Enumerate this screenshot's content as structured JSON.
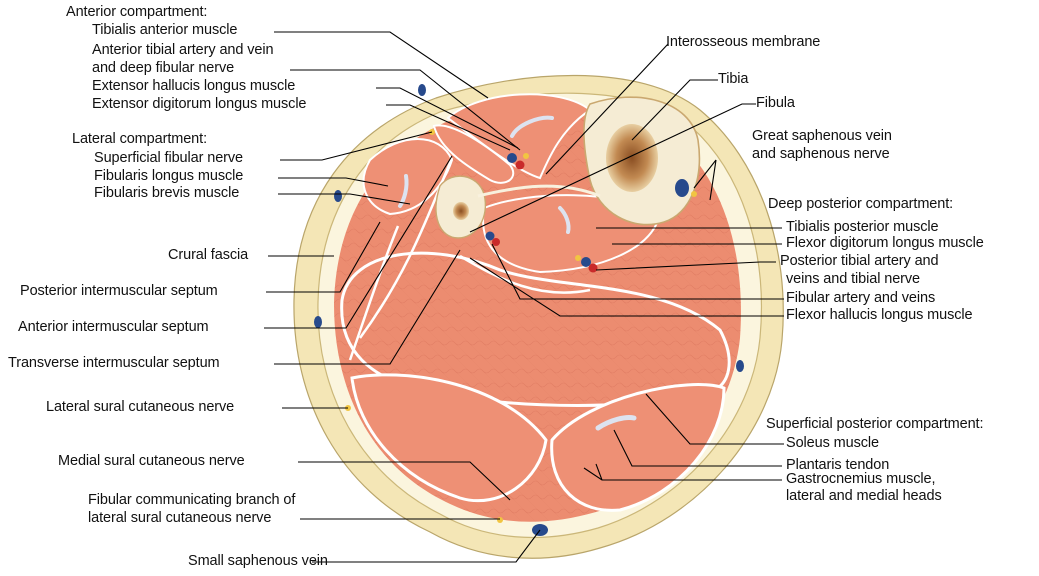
{
  "labels": {
    "anterior_compartment": "Anterior compartment:",
    "tibialis_anterior": "Tibialis anterior muscle",
    "ant_tibial_artery": "Anterior tibial artery and vein",
    "deep_fibular_nerve": "and deep fibular nerve",
    "extensor_hallucis": "Extensor hallucis longus muscle",
    "extensor_digitorum": "Extensor digitorum longus muscle",
    "lateral_compartment": "Lateral compartment:",
    "superficial_fibular_nerve": "Superficial fibular nerve",
    "fibularis_longus": "Fibularis longus muscle",
    "fibularis_brevis": "Fibularis brevis muscle",
    "crural_fascia": "Crural fascia",
    "posterior_intermuscular": "Posterior intermuscular septum",
    "anterior_intermuscular": "Anterior intermuscular septum",
    "transverse_intermuscular": "Transverse intermuscular septum",
    "lateral_sural": "Lateral sural cutaneous nerve",
    "medial_sural": "Medial sural cutaneous nerve",
    "fibular_communicating_1": "Fibular communicating branch of",
    "fibular_communicating_2": "lateral sural cutaneous nerve",
    "small_saphenous": "Small saphenous vein",
    "interosseous_membrane": "Interosseous membrane",
    "tibia": "Tibia",
    "fibula": "Fibula",
    "great_saphenous_1": "Great saphenous vein",
    "great_saphenous_2": "and saphenous nerve",
    "deep_posterior_compartment": "Deep posterior compartment:",
    "tibialis_posterior": "Tibialis posterior muscle",
    "flexor_digitorum": "Flexor digitorum longus muscle",
    "post_tibial_1": "Posterior tibial artery and",
    "post_tibial_2": "veins and tibial nerve",
    "fibular_artery": "Fibular artery and veins",
    "flexor_hallucis": "Flexor hallucis longus muscle",
    "superficial_posterior_compartment": "Superficial posterior compartment:",
    "soleus": "Soleus muscle",
    "plantaris": "Plantaris tendon",
    "gastrocnemius_1": "Gastrocnemius muscle,",
    "gastrocnemius_2": "lateral and medial heads"
  },
  "colors": {
    "skin": "#f4e6b6",
    "fascia": "#fbf5de",
    "muscle": "#ec8c70",
    "muscle_edge": "#c95c44",
    "bone": "#f5ecd4",
    "marrow": "#b8733e",
    "vein": "#274a8c",
    "artery": "#c92a2a",
    "nerve": "#f1c542",
    "leader": "#000000"
  }
}
